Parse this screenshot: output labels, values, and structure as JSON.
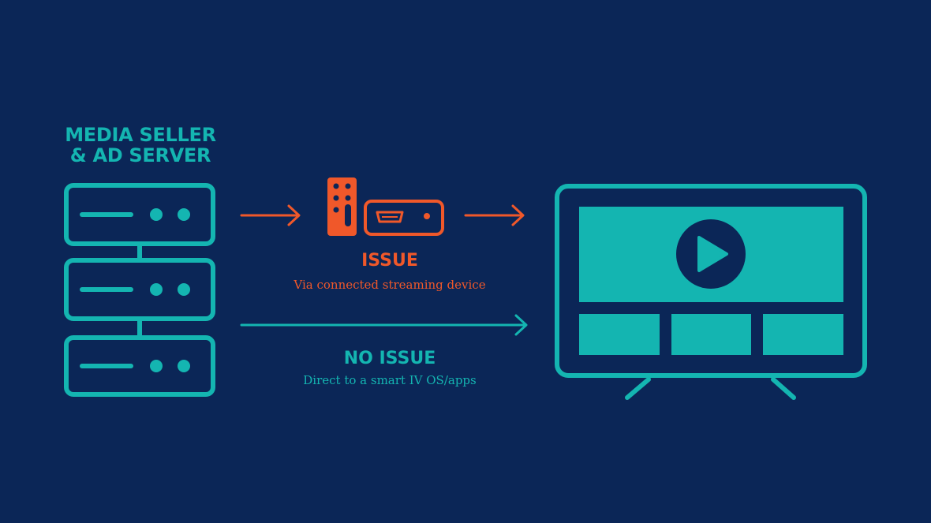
{
  "server": {
    "title_line1": "MEDIA SELLER",
    "title_line2": "& AD SERVER"
  },
  "issue": {
    "heading": "ISSUE",
    "caption": "Via connected streaming device"
  },
  "no_issue": {
    "heading": "NO ISSUE",
    "caption": "Direct to a smart IV OS/apps"
  },
  "colors": {
    "background": "#0b2657",
    "teal": "#14b5b1",
    "orange": "#f0582a"
  },
  "icons": [
    "server-stack-icon",
    "remote-control-icon",
    "streaming-box-icon",
    "smart-tv-icon",
    "play-icon"
  ]
}
